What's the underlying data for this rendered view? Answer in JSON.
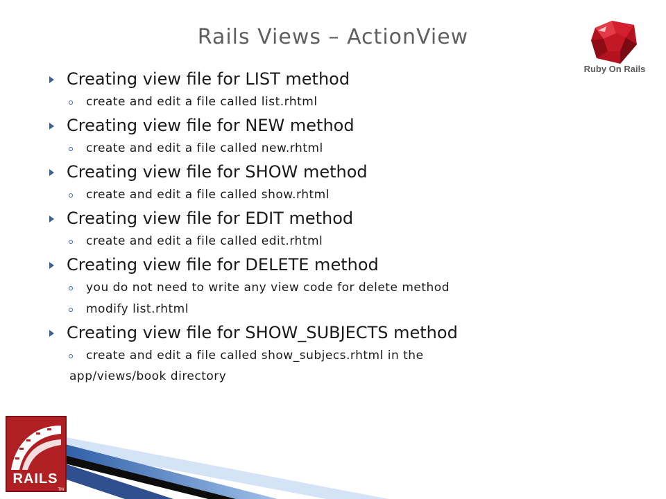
{
  "slide": {
    "title": "Rails Views – ActionView",
    "items": [
      {
        "heading": "Creating view file for LIST method",
        "subs": [
          "create and edit a file called list.rhtml"
        ]
      },
      {
        "heading": "Creating view file for NEW method",
        "subs": [
          "create and edit a file called new.rhtml"
        ]
      },
      {
        "heading": "Creating view file for SHOW method",
        "subs": [
          "create and edit a file called show.rhtml"
        ]
      },
      {
        "heading": "Creating view file for EDIT method",
        "subs": [
          "create and edit a file called edit.rhtml"
        ]
      },
      {
        "heading": "Creating view file for DELETE method",
        "subs": [
          "you do not need to write any view code for delete method",
          "modify list.rhtml"
        ]
      },
      {
        "heading": "Creating view file for SHOW_SUBJECTS method",
        "subs": [
          "create and edit a file called show_subjecs.rhtml in the"
        ],
        "continuation": "app/views/book directory"
      }
    ]
  },
  "logos": {
    "ruby_logo_text": "Ruby On Rails",
    "rails_logo_text": "RAILS"
  },
  "colors": {
    "title": "#5f5f5f",
    "bullet_arrow": "#3a5f99",
    "ruby_red": "#c8102e",
    "rails_red": "#b01f24"
  },
  "icons": {
    "level1_bullet": "right-triangle-icon",
    "level2_bullet": "ring-bullet-icon"
  }
}
